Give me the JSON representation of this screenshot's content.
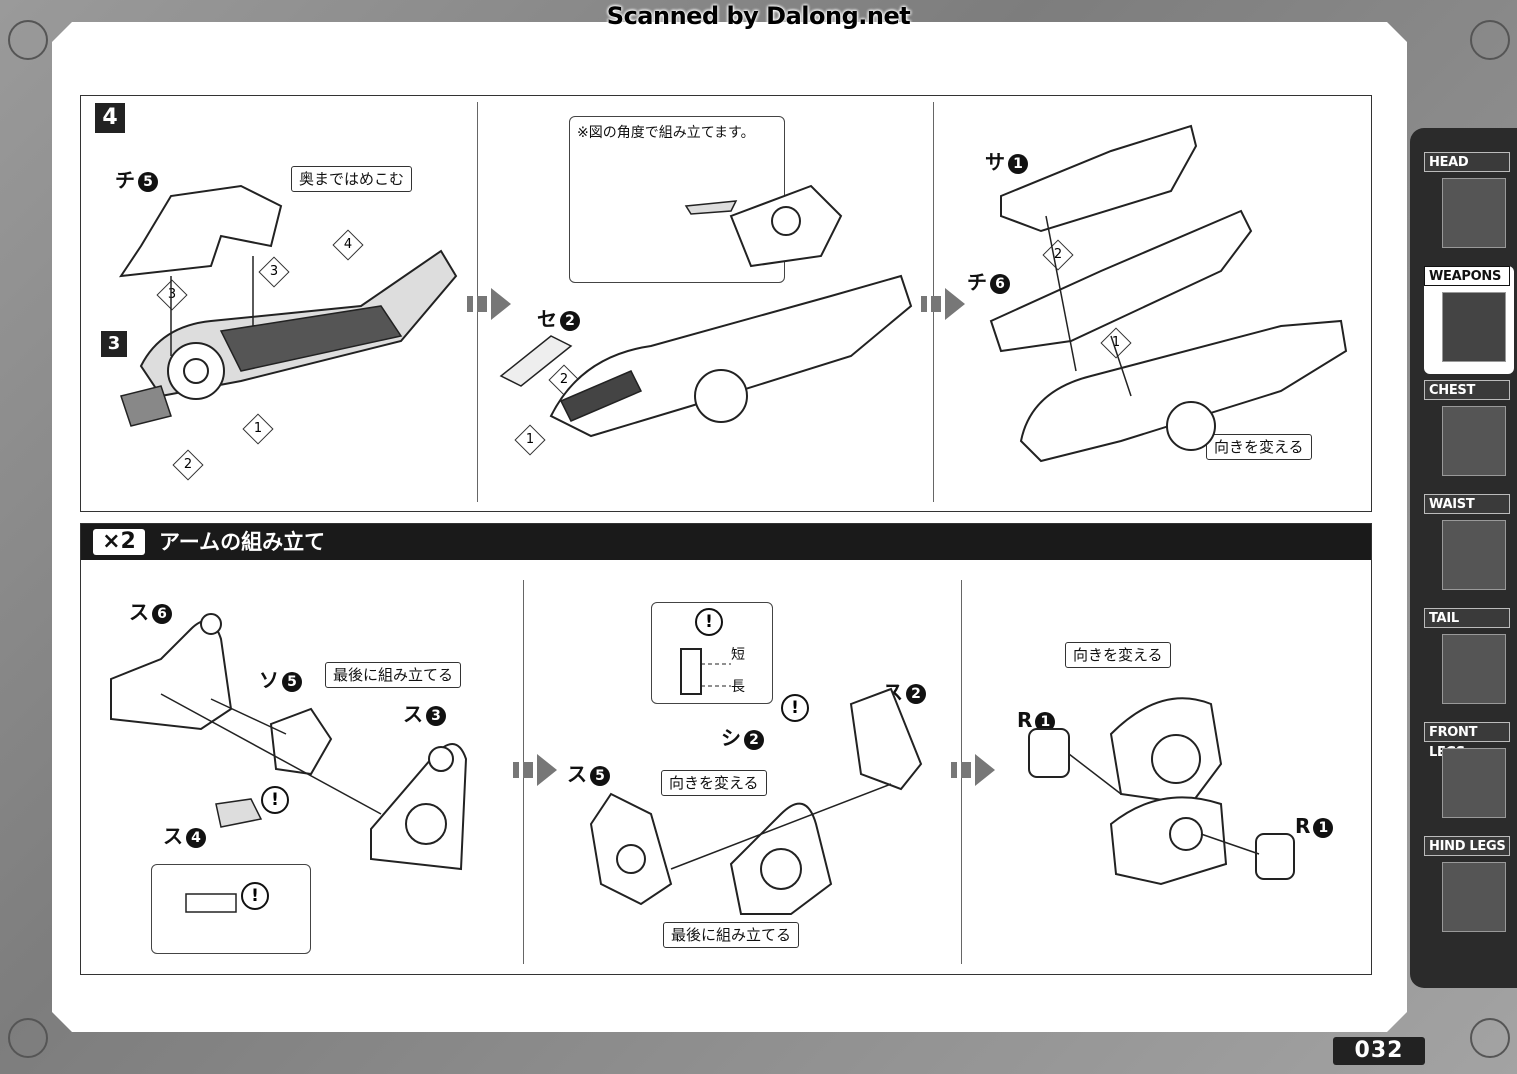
{
  "watermark": "Scanned by Dalong.net",
  "page_number": "032",
  "top_section": {
    "step_badge": "4",
    "sub_badge": "3",
    "panel1": {
      "part_chi": "チ",
      "part_chi_num": "5",
      "note": "奥まではめこむ",
      "steps": [
        "3",
        "3",
        "4",
        "1",
        "2"
      ]
    },
    "panel2": {
      "callout_note": "※図の角度で組み立てます。",
      "part_se": "セ",
      "part_se_num": "2",
      "steps": [
        "2",
        "1"
      ]
    },
    "panel3": {
      "part_sa": "サ",
      "part_sa_num": "1",
      "part_chi": "チ",
      "part_chi_num": "6",
      "note": "向きを変える",
      "steps": [
        "2",
        "1"
      ]
    }
  },
  "bottom_section": {
    "multiplier": "×2",
    "title": "アームの組み立て",
    "panel1": {
      "part_su6": "ス",
      "part_su6_num": "6",
      "part_so5": "ソ",
      "part_so5_num": "5",
      "part_su3": "ス",
      "part_su3_num": "3",
      "part_su4": "ス",
      "part_su4_num": "4",
      "note": "最後に組み立てる",
      "warning": "!"
    },
    "panel2": {
      "short_label": "短",
      "long_label": "長",
      "part_shi": "シ",
      "part_shi_num": "2",
      "part_su2": "ス",
      "part_su2_num": "2",
      "part_su5": "ス",
      "part_su5_num": "5",
      "note_turn": "向きを変える",
      "note_last": "最後に組み立てる",
      "warning": "!"
    },
    "panel3": {
      "note": "向きを変える",
      "part_r1": "R",
      "part_r1_num": "1",
      "part_r1b": "R",
      "part_r1b_num": "1"
    }
  },
  "sidebar": {
    "tabs": [
      {
        "label": "HEAD",
        "active": false
      },
      {
        "label": "WEAPONS",
        "active": true
      },
      {
        "label": "CHEST",
        "active": false
      },
      {
        "label": "WAIST",
        "active": false
      },
      {
        "label": "TAIL",
        "active": false
      },
      {
        "label": "FRONT LEGS",
        "active": false
      },
      {
        "label": "HIND LEGS",
        "active": false
      }
    ]
  }
}
